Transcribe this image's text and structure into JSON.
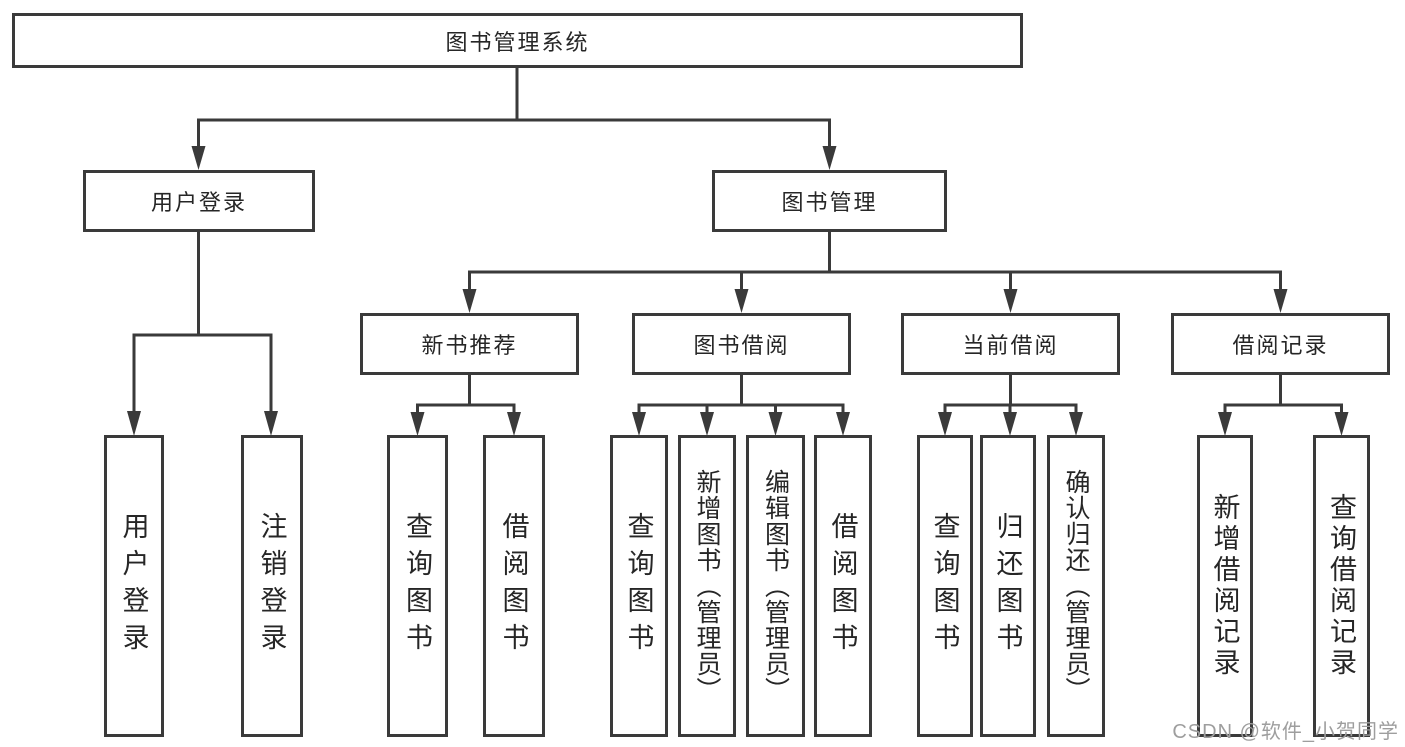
{
  "root": {
    "label": "图书管理系统"
  },
  "level2": [
    {
      "label": "用户登录"
    },
    {
      "label": "图书管理"
    }
  ],
  "level3": [
    {
      "label": "新书推荐"
    },
    {
      "label": "图书借阅"
    },
    {
      "label": "当前借阅"
    },
    {
      "label": "借阅记录"
    }
  ],
  "leaves": [
    {
      "label": "用户登录"
    },
    {
      "label": "注销登录"
    },
    {
      "label": "查询图书"
    },
    {
      "label": "借阅图书"
    },
    {
      "label": "查询图书"
    },
    {
      "label": "新增图书（管理员）"
    },
    {
      "label": "编辑图书（管理员）"
    },
    {
      "label": "借阅图书"
    },
    {
      "label": "查询图书"
    },
    {
      "label": "归还图书"
    },
    {
      "label": "确认归还（管理员）"
    },
    {
      "label": "新增借阅记录"
    },
    {
      "label": "查询借阅记录"
    }
  ],
  "watermark": "CSDN @软件_小贺同学",
  "colors": {
    "line": "#3a3a3a",
    "text": "#262626",
    "watermark": "#9e9e9e",
    "background": "#ffffff"
  }
}
